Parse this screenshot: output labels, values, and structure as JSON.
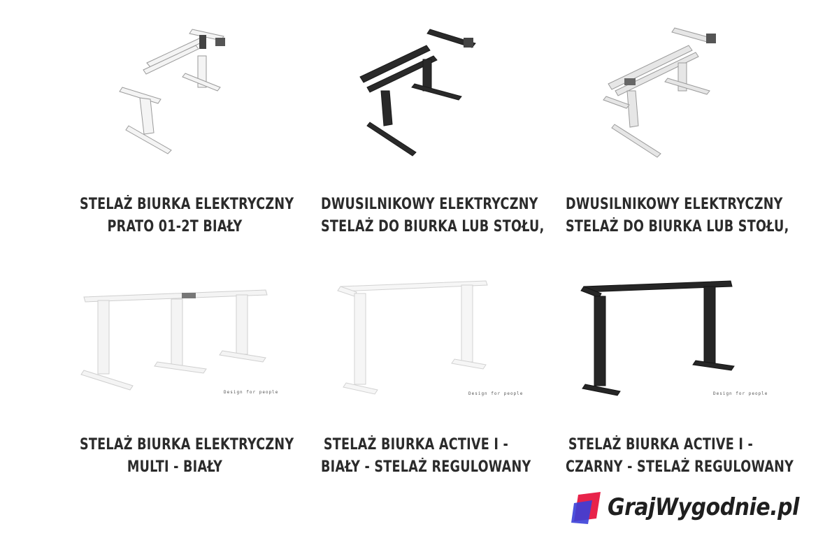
{
  "products": [
    {
      "title_line1": "STELAŻ BIURKA ELEKTRYCZNY",
      "title_line2": "PRATO 01-2T BIAŁY"
    },
    {
      "title_line1": "DWUSILNIKOWY ELEKTRYCZNY",
      "title_line2": "STELAŻ DO BIURKA LUB STOŁU,"
    },
    {
      "title_line1": "DWUSILNIKOWY ELEKTRYCZNY",
      "title_line2": "STELAŻ DO BIURKA LUB STOŁU,"
    },
    {
      "title_line1": "STELAŻ BIURKA ELEKTRYCZNY",
      "title_line2": "MULTI - BIAŁY",
      "watermark": "Design for people"
    },
    {
      "title_line1": "STELAŻ BIURKA ACTIVE I -",
      "title_line2": "BIAŁY - STELAŻ REGULOWANY",
      "watermark": "Design for people"
    },
    {
      "title_line1": "STELAŻ BIURKA ACTIVE I -",
      "title_line2": "CZARNY - STELAŻ REGULOWANY",
      "watermark": "Design for people"
    }
  ],
  "brand": {
    "name": "GrajWygodnie.pl"
  },
  "colors": {
    "frame_white": "#f2f2f2",
    "frame_grey": "#d9d9d9",
    "frame_black": "#2a2a2a",
    "text": "#2b2b2b",
    "logo_red": "#e8234a",
    "logo_blue": "#3a3fd8"
  }
}
